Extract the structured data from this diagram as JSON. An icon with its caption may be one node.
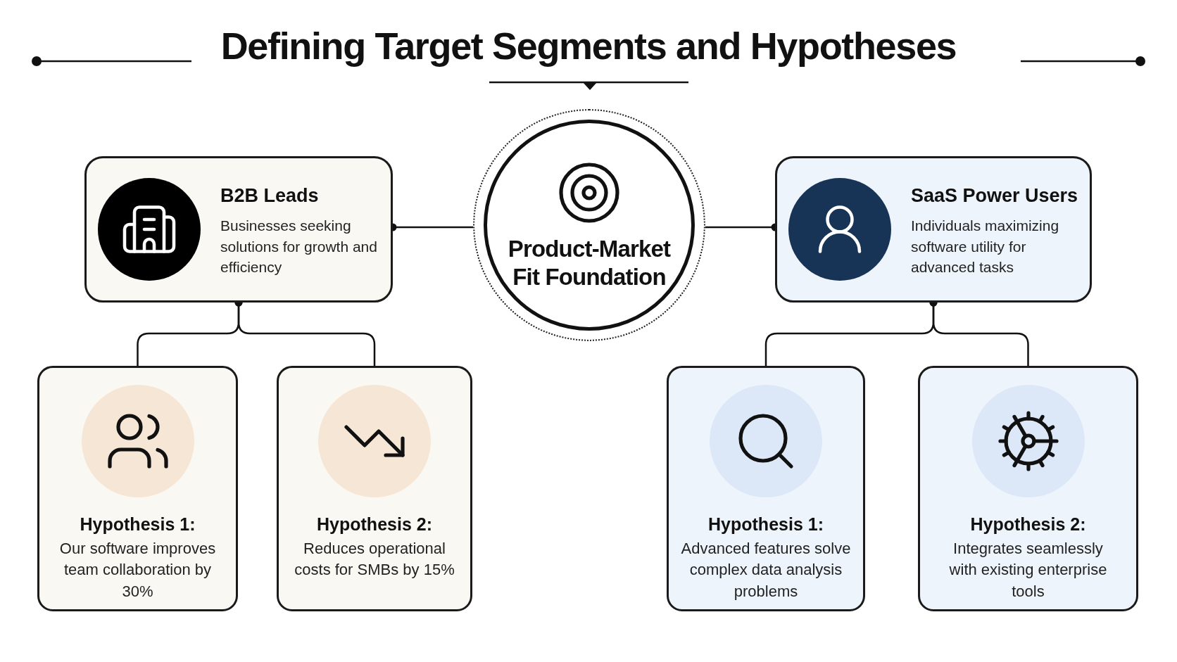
{
  "diagram": {
    "title": "Defining Target Segments and Hypotheses",
    "nodes": [
      {
        "text": [
          "B2B Leads",
          "Businesses seeking solutions for growth and efficiency"
        ]
      },
      {
        "text": [
          "Product-Market Fit Foundation"
        ]
      },
      {
        "text": [
          "SaaS Power Users",
          "Individuals maximizing software utility for advanced tasks"
        ]
      },
      {
        "text": [
          "Hypothesis 1:",
          "Our software improves team collaboration by 30%"
        ]
      },
      {
        "text": [
          "Hypothesis 2:",
          "Reduces operational costs for SMBs by 15%"
        ]
      },
      {
        "text": [
          "Hypothesis 1:",
          "Advanced features solve complex data analysis problems"
        ]
      },
      {
        "text": [
          "Hypothesis 2:",
          "Integrates seamlessly with existing enterprise tools"
        ]
      }
    ],
    "edges": [
      {
        "from": 0,
        "to": 1,
        "arrow": "other"
      },
      {
        "from": 2,
        "to": 1,
        "arrow": "other"
      },
      {
        "from": 0,
        "to": 3,
        "arrow": "other"
      },
      {
        "from": 0,
        "to": 4,
        "arrow": "other"
      },
      {
        "from": 2,
        "to": 5,
        "arrow": "other"
      },
      {
        "from": 2,
        "to": 6,
        "arrow": "other"
      }
    ]
  }
}
